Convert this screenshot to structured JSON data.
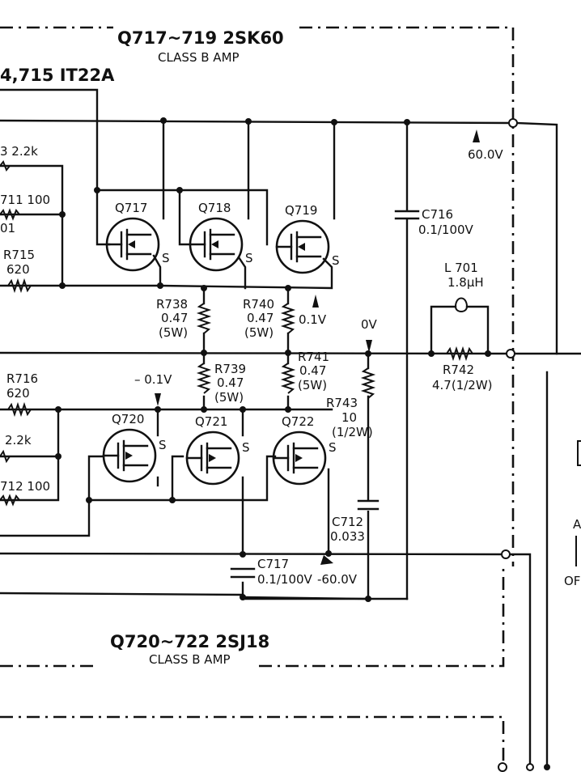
{
  "upper_block": {
    "title": "Q717~719  2SK60",
    "subtitle": "CLASS B AMP"
  },
  "lower_block": {
    "title": "Q720~722  2SJ18",
    "subtitle": "CLASS B AMP"
  },
  "driver_label": "4,715  IT22A",
  "transistors": [
    {
      "ref": "Q717",
      "pin": "S"
    },
    {
      "ref": "Q718",
      "pin": "S"
    },
    {
      "ref": "Q719",
      "pin": "S"
    },
    {
      "ref": "Q720",
      "pin": "S"
    },
    {
      "ref": "Q721",
      "pin": "S"
    },
    {
      "ref": "Q722",
      "pin": "S"
    }
  ],
  "resistors_left": {
    "r_top": "3  2.2k",
    "r711": "711  100",
    "r711b": "01",
    "r715": "R715",
    "r715v": "620",
    "r716": "R716",
    "r716v": "620",
    "r_mid": "2.2k",
    "r712": "712  100"
  },
  "emitter_resistors": {
    "r738": [
      "R738",
      "0.47",
      "(5W)"
    ],
    "r740": [
      "R740",
      "0.47",
      "(5W)"
    ],
    "r739": [
      "R739",
      "0.47",
      "(5W)"
    ],
    "r741": [
      "R741",
      "0.47",
      "(5W)"
    ]
  },
  "r743": [
    "R743",
    "10",
    "(1/2W)"
  ],
  "c712": [
    "C712",
    "0.033"
  ],
  "c716": [
    "C716",
    "0.1/100V"
  ],
  "c717": [
    "C717",
    "0.1/100V"
  ],
  "l701": [
    "L 701",
    "1.8μH"
  ],
  "r742": [
    "R742",
    "4.7(1/2W)"
  ],
  "voltages": {
    "pos_rail": "60.0V",
    "neg_rail": "-60.0V",
    "upper_mid": "0.1V",
    "lower_mid": "– 0.1V",
    "output": "0V"
  },
  "edge_text": {
    "a": "A",
    "of": "OF"
  }
}
